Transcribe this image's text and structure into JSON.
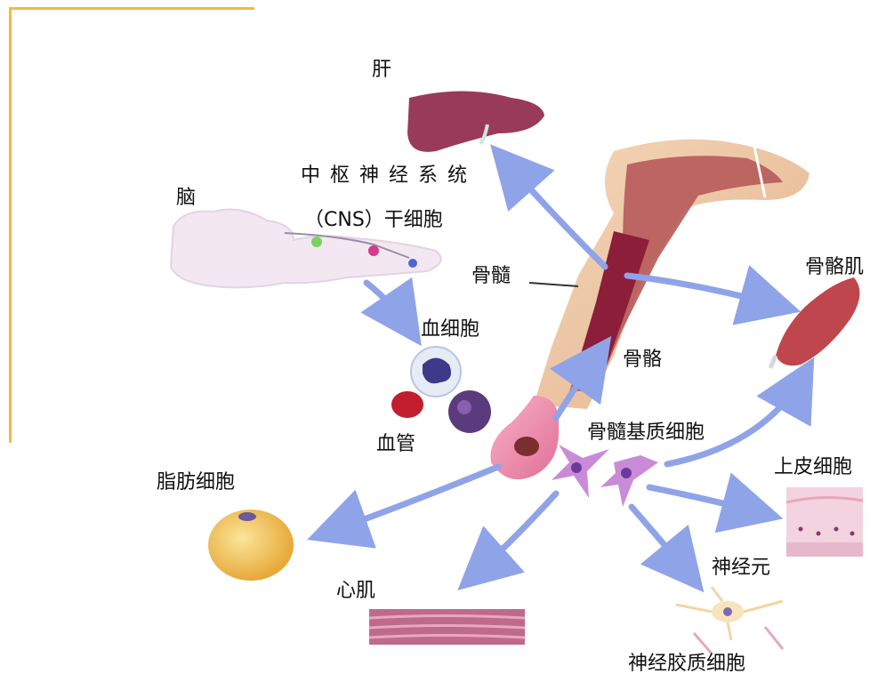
{
  "labels": {
    "liver": "肝",
    "brain": "脑",
    "cns_line1": "中 枢 神 经 系 统",
    "cns_line2": "（CNS）干细胞",
    "bone_marrow": "骨髓",
    "skeletal_muscle": "骨骼肌",
    "blood_cells": "血细胞",
    "bone": "骨骼",
    "blood_vessel": "血管",
    "marrow_stromal": "骨髓基质细胞",
    "fat_cell": "脂肪细胞",
    "epithelial": "上皮细胞",
    "neuron": "神经元",
    "cardiac_muscle": "心肌",
    "glial": "神经胶质细胞"
  },
  "colors": {
    "accent_rule": "#F4B940",
    "arrow": "#8FA3E8",
    "bone": "#E9C5A5",
    "marrow": "#8C1E3A",
    "liver": "#9A3A5A",
    "muscle": "#C0464E",
    "fat": "#F1C24A"
  }
}
